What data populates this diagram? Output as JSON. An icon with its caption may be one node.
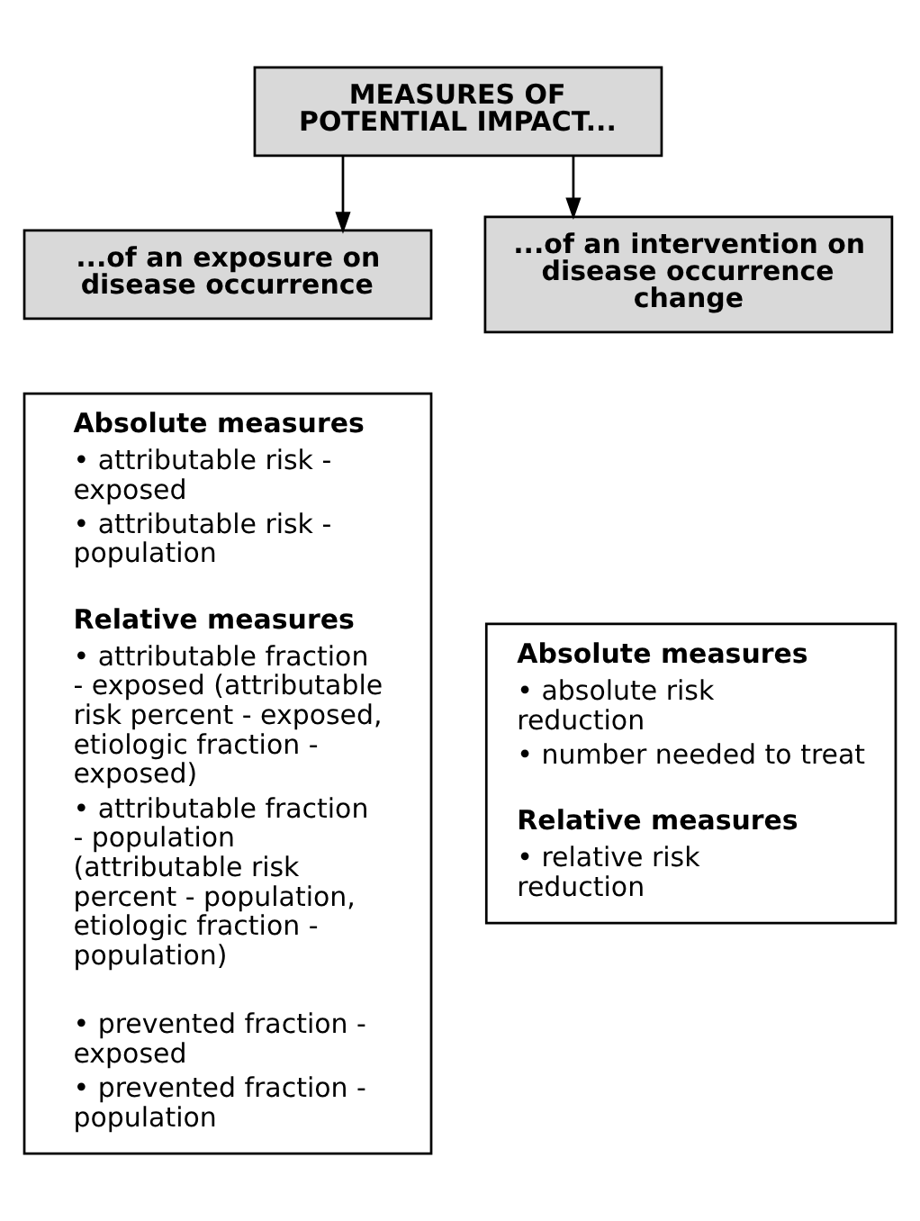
{
  "diagram": {
    "nodes": [
      {
        "text": [
          "MEASURES OF POTENTIAL IMPACT..."
        ]
      },
      {
        "text": [
          "...of an exposure on disease occurrence"
        ]
      },
      {
        "text": [
          "...of an intervention on disease occurrence change"
        ]
      },
      {
        "text": [
          "Absolute measures",
          "• attributable risk - exposed",
          "• attributable risk - population",
          "Relative measures",
          "• attributable fraction - exposed (attributable risk percent - exposed, etiologic fraction - exposed)",
          "• attributable fraction - population (attributable risk percent - population, etiologic fraction - population)",
          "• prevented fraction - exposed",
          "• prevented fraction - population"
        ]
      },
      {
        "text": [
          "Absolute measures",
          "• absolute risk reduction",
          "• number needed to treat",
          "Relative measures",
          "• relative risk reduction"
        ]
      }
    ],
    "edges": [
      {
        "from": 0,
        "to": 1,
        "arrow": "to"
      },
      {
        "from": 0,
        "to": 2,
        "arrow": "to"
      }
    ]
  }
}
